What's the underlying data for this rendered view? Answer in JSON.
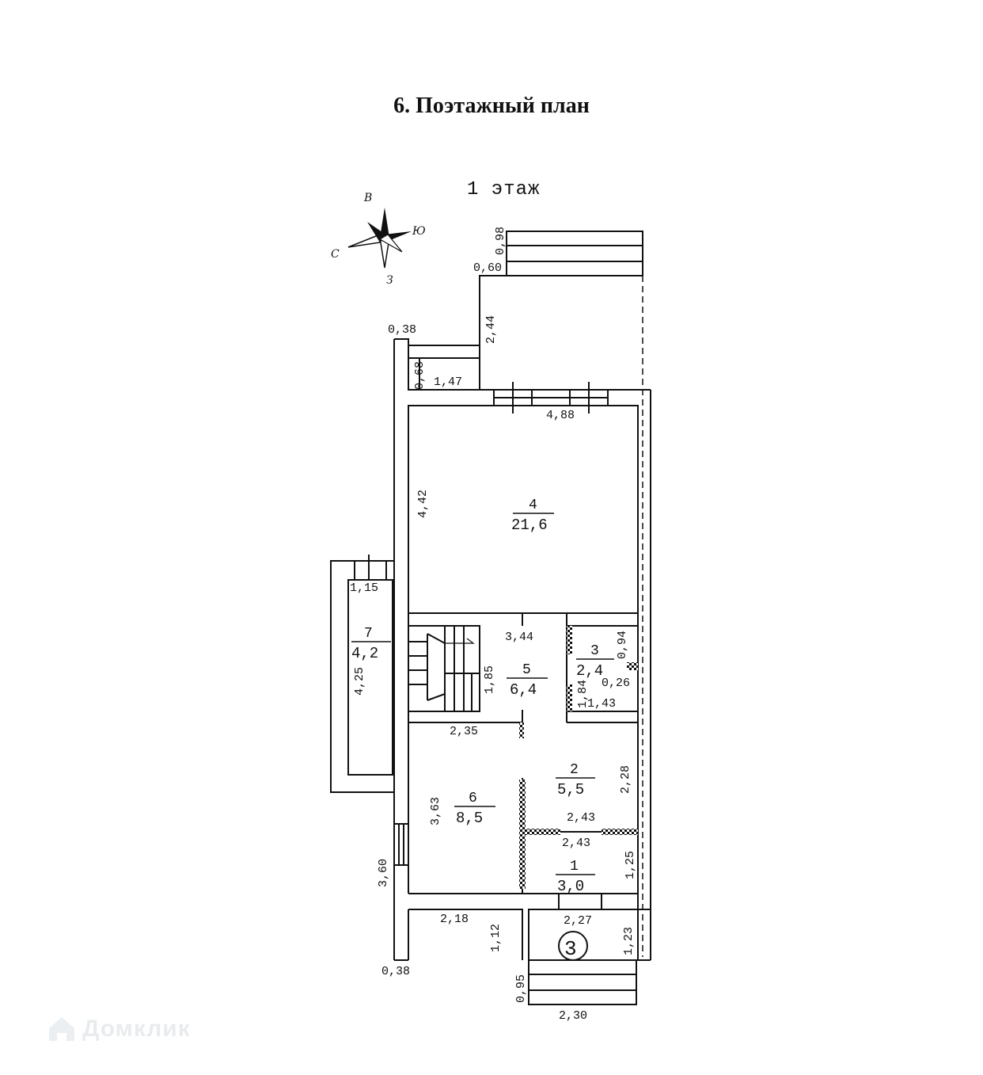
{
  "title": "6. Поэтажный план",
  "floor_label": "1 этаж",
  "watermark": "Домклик",
  "compass": {
    "north": "С",
    "south": "Ю",
    "east": "В",
    "west": "З"
  },
  "rooms": [
    {
      "number": "1",
      "area": "3,0"
    },
    {
      "number": "2",
      "area": "5,5"
    },
    {
      "number": "3",
      "area": "2,4"
    },
    {
      "number": "4",
      "area": "21,6"
    },
    {
      "number": "5",
      "area": "6,4"
    },
    {
      "number": "6",
      "area": "8,5"
    },
    {
      "number": "7",
      "area": "4,2"
    }
  ],
  "entrance_marker": "3",
  "dimensions": {
    "porch_top_h": "0,98",
    "porch_top_w": "0,60",
    "terrace_h": "2,44",
    "wall_top": "0,38",
    "vestibule_h": "0,68",
    "vestibule_w": "1,47",
    "room4_w": "4,88",
    "room4_h": "4,42",
    "room7_w": "1,15",
    "room7_h": "4,25",
    "room5_w": "3,44",
    "room5_h": "1,85",
    "room3_a": "0,94",
    "room3_b": "0,26",
    "room3_h": "1,84",
    "room3_w": "1,43",
    "room5_bottom": "2,35",
    "room2_h": "2,28",
    "room6_h": "3,63",
    "room2_w": "2,43",
    "room1_w": "2,43",
    "room1_h": "1,25",
    "wall_left_h": "3,60",
    "bottom_left_w": "2,18",
    "bottom_left_h": "1,12",
    "porch_bot_w1": "2,27",
    "porch_bot_h": "1,23",
    "wall_bottom": "0,38",
    "steps_bot_h": "0,95",
    "steps_bot_w": "2,30"
  }
}
